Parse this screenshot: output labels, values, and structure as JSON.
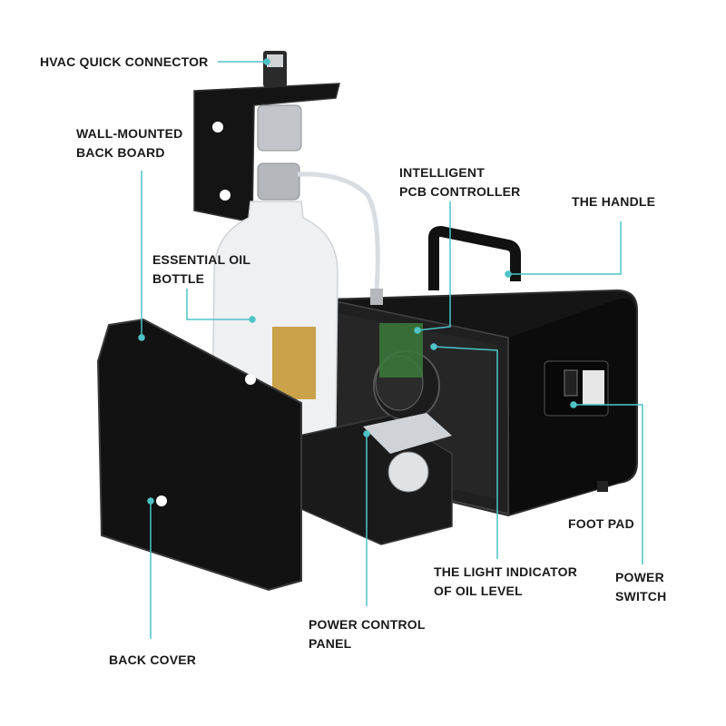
{
  "colors": {
    "callout": "#4ec3c7",
    "device_body": "#151515",
    "device_edge": "#3a3a3a",
    "bottle": "#eef0f2",
    "metal": "#b9bcc0",
    "pcb": "#c9a24a"
  },
  "labels": {
    "hvac_connector": [
      "HVAC QUICK CONNECTOR"
    ],
    "wall_board": [
      "WALL-MOUNTED",
      "BACK BOARD"
    ],
    "pcb_controller": [
      "INTELLIGENT",
      "PCB CONTROLLER"
    ],
    "handle": [
      "THE HANDLE"
    ],
    "oil_bottle": [
      "ESSENTIAL OIL",
      "BOTTLE"
    ],
    "foot_pad": [
      "FOOT PAD"
    ],
    "light_indicator": [
      "THE LIGHT INDICATOR",
      "OF OIL LEVEL"
    ],
    "power_switch": [
      "POWER",
      "SWITCH"
    ],
    "power_panel": [
      "POWER CONTROL",
      "PANEL"
    ],
    "back_cover": [
      "BACK COVER"
    ]
  }
}
